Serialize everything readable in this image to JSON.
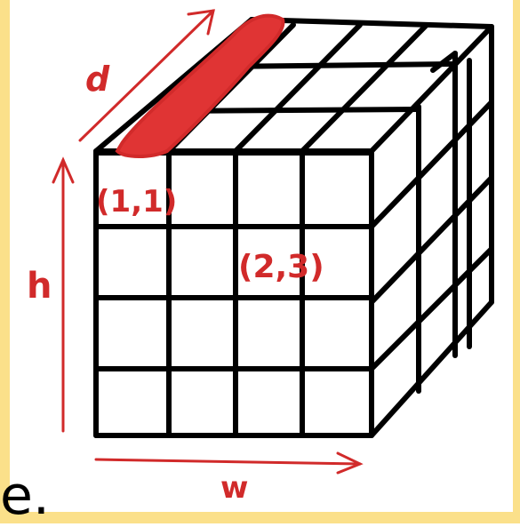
{
  "colors": {
    "frame": "#fbe08a",
    "panel": "#ffffff",
    "grid": "#000000",
    "annotation": "#d12a2a",
    "highlight": "#e03434"
  },
  "labels": {
    "depth": "d",
    "height": "h",
    "width": "w",
    "cell_a": "(1,1)",
    "cell_b": "(2,3)"
  },
  "fragment": "e."
}
